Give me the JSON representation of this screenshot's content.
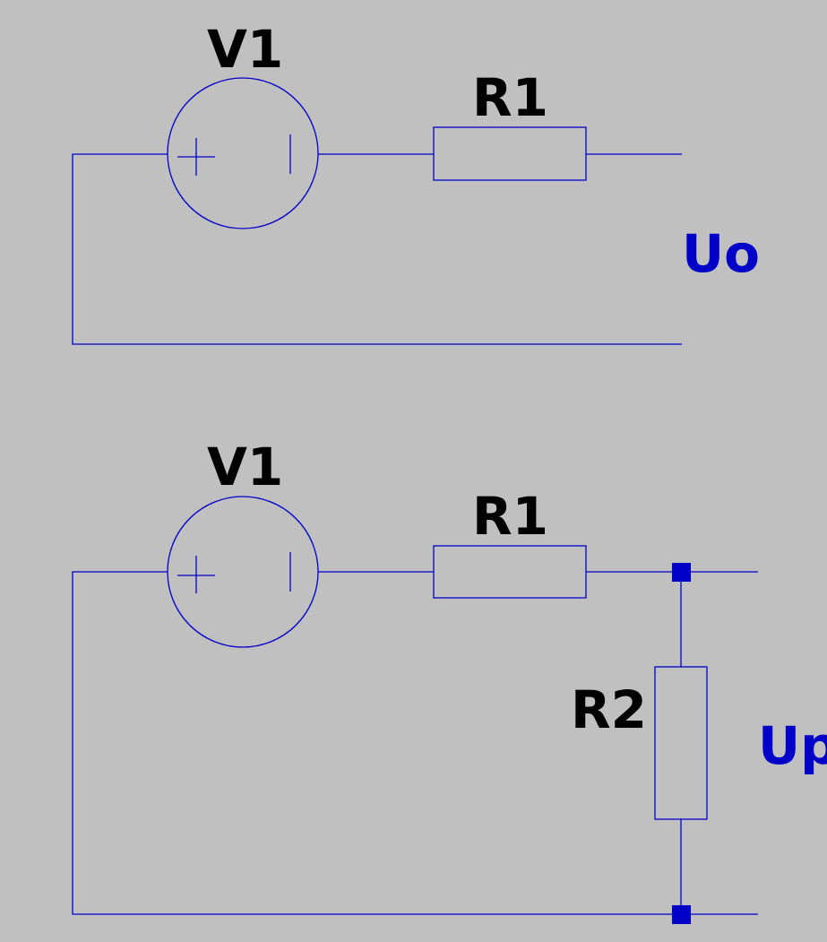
{
  "circuits": [
    {
      "source_label": "V1",
      "resistor_label": "R1",
      "output_label": "Uo"
    },
    {
      "source_label": "V1",
      "resistor_label": "R1",
      "load_label": "R2",
      "output_label": "Up"
    }
  ],
  "colors": {
    "background": "#c0c0c0",
    "wire": "#0000c8",
    "component_label": "#000000",
    "net_label": "#0000c8"
  }
}
